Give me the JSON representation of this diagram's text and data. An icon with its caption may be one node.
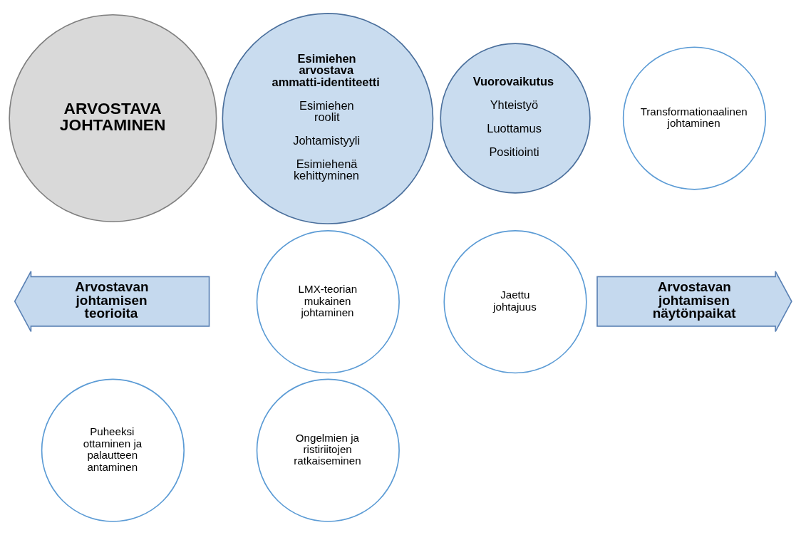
{
  "diagram": {
    "nodes": [
      {
        "text": [
          "ARVOSTAVA JOHTAMINEN"
        ]
      },
      {
        "text": [
          "Esimiehen arvostava ammatti-identiteetti",
          "Esimiehen roolit",
          "Johtamistyyli",
          "Esimiehenä kehittyminen"
        ]
      },
      {
        "text": [
          "Vuorovaikutus",
          "Yhteistyö",
          "Luottamus",
          "Positiointi"
        ]
      },
      {
        "text": [
          "Transformationaalinen johtaminen"
        ]
      },
      {
        "text": [
          "Arvostavan johtamisen teorioita"
        ]
      },
      {
        "text": [
          "LMX-teorian mukainen johtaminen"
        ]
      },
      {
        "text": [
          "Jaettu johtajuus"
        ]
      },
      {
        "text": [
          "Arvostavan johtamisen näytönpaikat"
        ]
      },
      {
        "text": [
          "Puheeksi ottaminen ja palautteen antaminen"
        ]
      },
      {
        "text": [
          "Ongelmien ja ristiriitojen ratkaiseminen"
        ]
      }
    ]
  }
}
